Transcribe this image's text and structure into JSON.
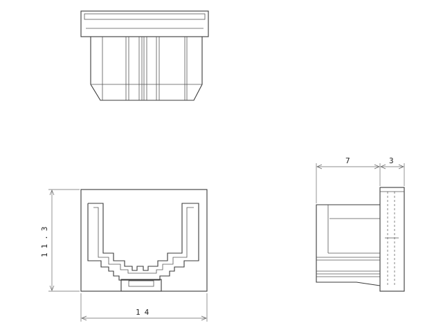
{
  "drawing": {
    "dimensions": {
      "width": "14",
      "height": "11.3",
      "body_depth": "7",
      "flange_depth": "3"
    }
  }
}
